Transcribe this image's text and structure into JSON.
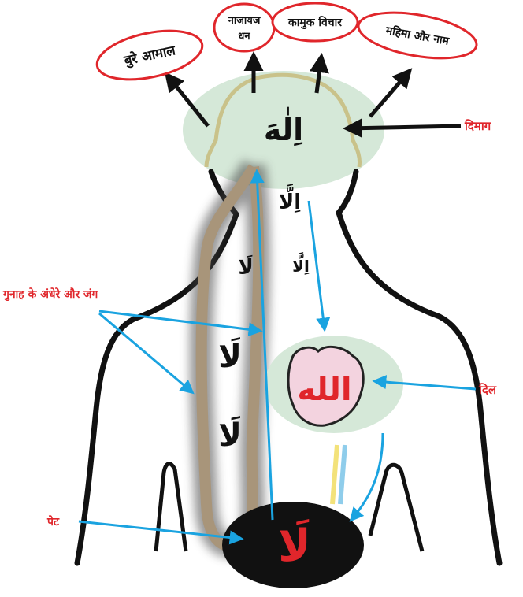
{
  "thought_bubbles": [
    {
      "text": "बुरे आमाल"
    },
    {
      "line1": "नाजायज",
      "line2": "धन"
    },
    {
      "text": "कामुक विचार"
    },
    {
      "text": "महिमा और नाम"
    }
  ],
  "labels": {
    "brain": "दिमाग",
    "heart": "दिल",
    "stomach": "पेट",
    "darkness": "गुनाह के अंधेरे और जंग"
  },
  "calligraphy": {
    "head": "اِلٰهَ",
    "neck_upper": "اِلَّا",
    "neck_lower": "اِلَّا",
    "heart": "الله",
    "column_top": "لَا",
    "column_mid": "لَا",
    "column_low": "لَا",
    "stomach": "لَا"
  },
  "colors": {
    "bubble_border": "#e0262b",
    "label_red": "#e0262b",
    "arrow_blue": "#1aa3e0",
    "arrow_black": "#111111",
    "head_fill": "#d5e8d8",
    "heart_fill": "#f3d3df",
    "column_brown": "#a8957a",
    "stomach_fill": "#111111"
  }
}
